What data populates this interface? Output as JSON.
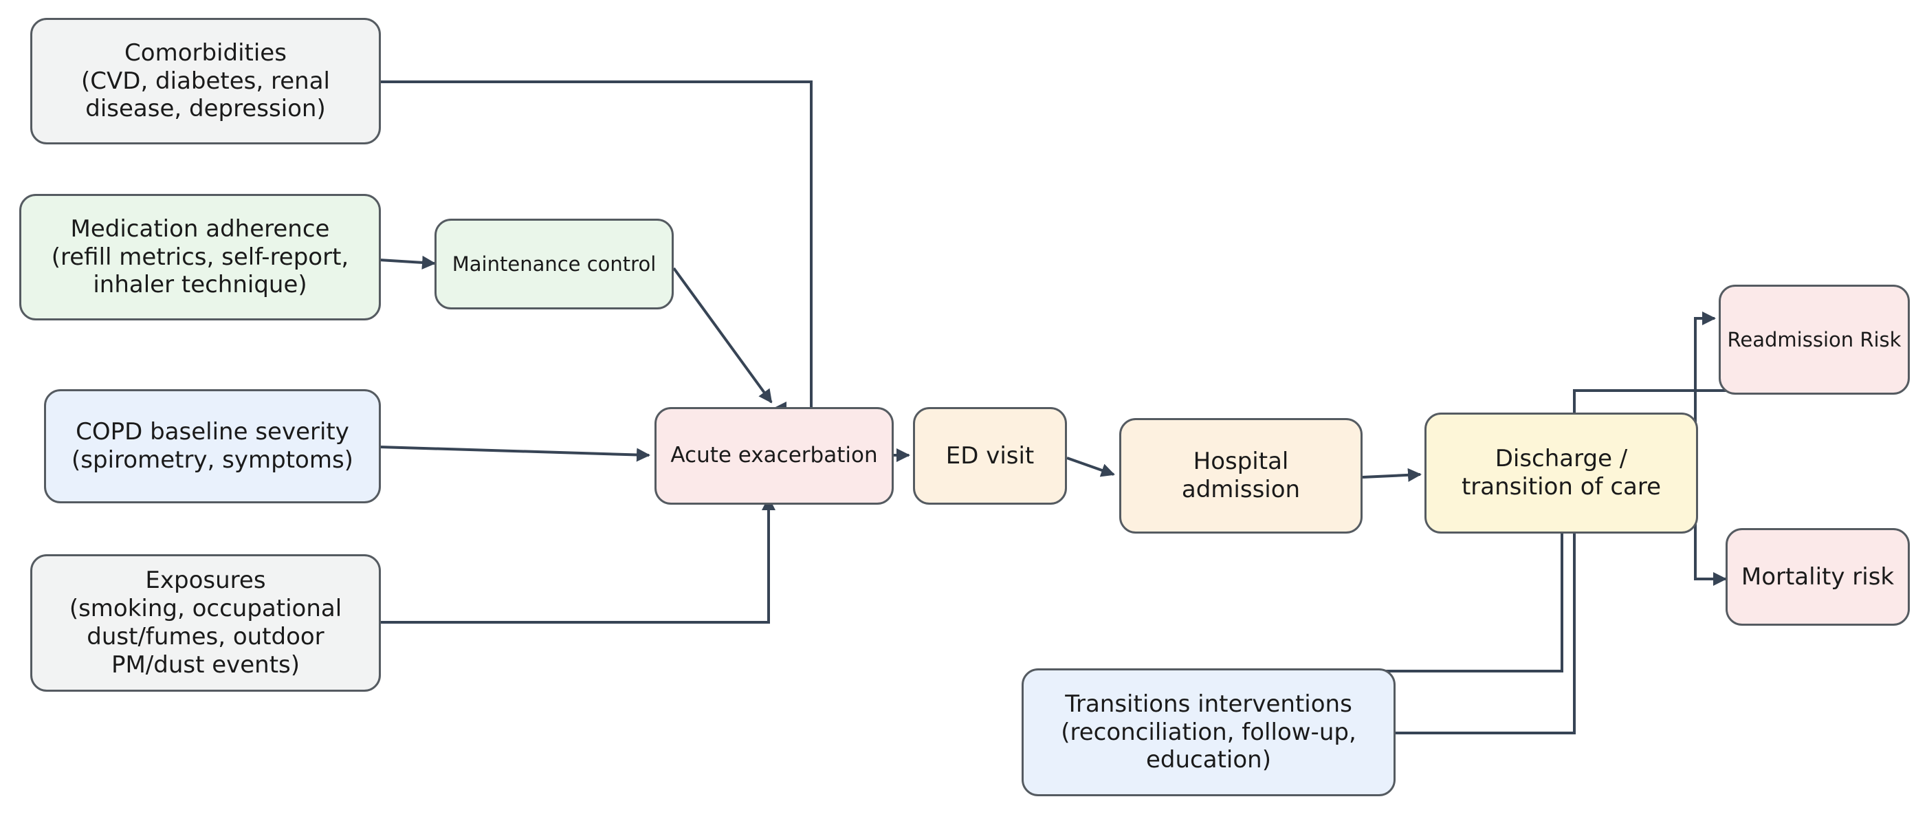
{
  "colors": {
    "gray": "#f2f3f3",
    "green": "#eaf6ea",
    "blue": "#e9f1fc",
    "pink": "#fbe9e9",
    "peach": "#fdf1e0",
    "yellow": "#fdf6d8",
    "stroke": "#555b61",
    "edge": "#374455"
  },
  "nodes": {
    "comorbidities": {
      "lines": [
        "Comorbidities",
        "(CVD, diabetes, renal",
        "disease, depression)"
      ]
    },
    "medication_adherence": {
      "lines": [
        "Medication adherence",
        "(refill metrics, self-report,",
        "inhaler technique)"
      ]
    },
    "maintenance_control": {
      "lines": [
        "Maintenance control"
      ]
    },
    "copd_baseline": {
      "lines": [
        "COPD baseline severity",
        "(spirometry, symptoms)"
      ]
    },
    "exposures": {
      "lines": [
        "Exposures",
        "(smoking, occupational",
        "dust/fumes, outdoor",
        "PM/dust events)"
      ]
    },
    "acute_exacerbation": {
      "lines": [
        "Acute exacerbation"
      ]
    },
    "ed_visit": {
      "lines": [
        "ED visit"
      ]
    },
    "hospital_admission": {
      "lines": [
        "Hospital",
        "admission"
      ]
    },
    "discharge": {
      "lines": [
        "Discharge /",
        "transition of care"
      ]
    },
    "readmission_risk": {
      "lines": [
        "Readmission Risk"
      ]
    },
    "mortality_risk": {
      "lines": [
        "Mortality risk"
      ]
    },
    "transitions_interventions": {
      "lines": [
        "Transitions interventions",
        "(reconciliation, follow-up,",
        "education)"
      ]
    }
  }
}
